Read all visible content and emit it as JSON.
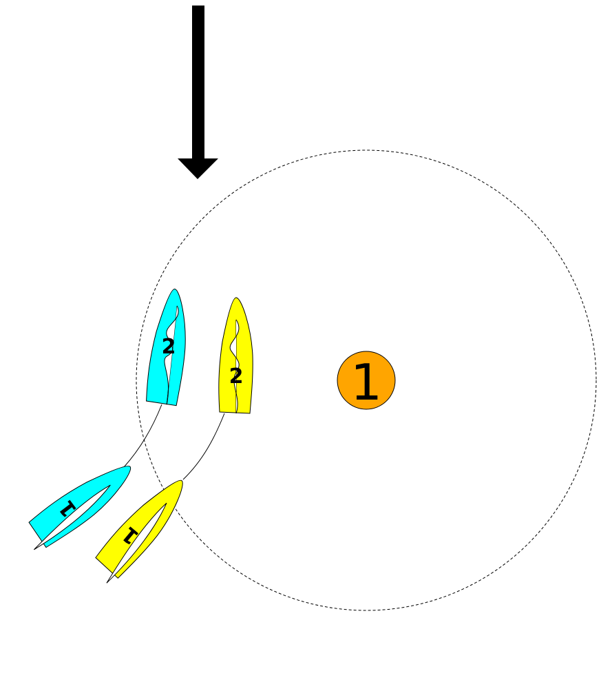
{
  "diagram": {
    "wind_arrow": {
      "icon": "wind-direction-arrow",
      "color": "#000000"
    },
    "mark": {
      "label": "1",
      "color": "#FFA500"
    },
    "zone_circle": {
      "style": "dashed"
    },
    "boats": [
      {
        "label": "2",
        "color": "#00FFFF",
        "position": "before"
      },
      {
        "label": "2",
        "color": "#FFFF00",
        "position": "before"
      },
      {
        "label": "1",
        "color": "#00FFFF",
        "position": "after"
      },
      {
        "label": "1",
        "color": "#FFFF00",
        "position": "after"
      }
    ]
  }
}
